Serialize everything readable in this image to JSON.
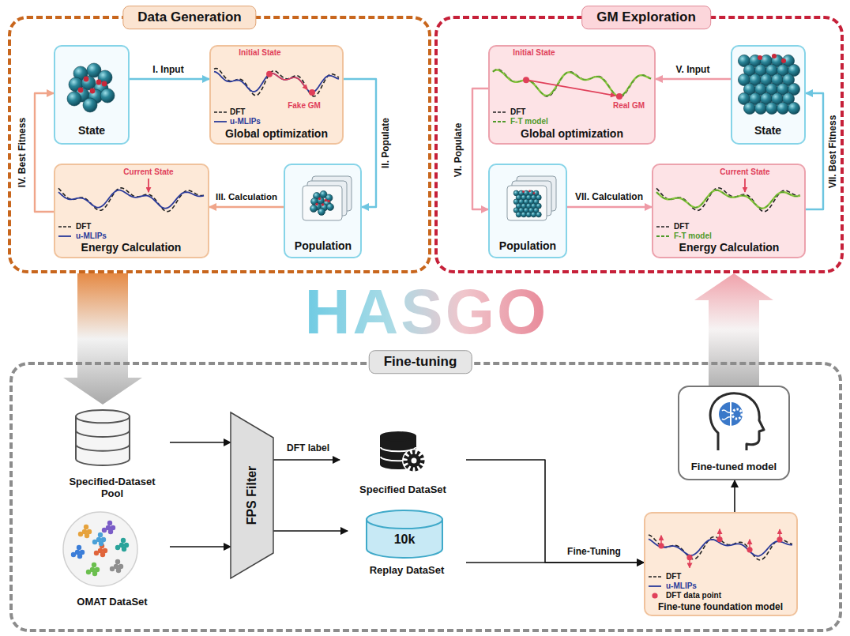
{
  "diagram": {
    "title": "HASGO",
    "nodes": [
      {
        "text": [
          "Data Generation"
        ]
      },
      {
        "text": [
          "State"
        ],
        "in": 0
      },
      {
        "text": [
          "Global optimization",
          "Initial State",
          "Fake GM",
          "DFT",
          "u-MLIPs"
        ],
        "in": 0
      },
      {
        "text": [
          "Population"
        ],
        "in": 0
      },
      {
        "text": [
          "Energy Calculation",
          "Current State",
          "DFT",
          "u-MLIPs"
        ],
        "in": 0
      },
      {
        "text": [
          "GM Exploration"
        ]
      },
      {
        "text": [
          "Global optimization",
          "Initial State",
          "Real GM",
          "DFT",
          "F-T model"
        ],
        "in": 5
      },
      {
        "text": [
          "State"
        ],
        "in": 5
      },
      {
        "text": [
          "Population"
        ],
        "in": 5
      },
      {
        "text": [
          "Energy Calculation",
          "Current State",
          "DFT",
          "F-T model"
        ],
        "in": 5
      },
      {
        "text": [
          "Fine-tuning"
        ]
      },
      {
        "text": [
          "Specified-Dataset Pool"
        ],
        "in": 10
      },
      {
        "text": [
          "OMAT DataSet"
        ],
        "in": 10
      },
      {
        "text": [
          "FPS Filter"
        ],
        "in": 10
      },
      {
        "text": [
          "Specified DataSet"
        ],
        "in": 10
      },
      {
        "text": [
          "10k",
          "Replay DataSet"
        ],
        "in": 10
      },
      {
        "text": [
          "Fine-tune foundation model",
          "DFT",
          "u-MLIPs",
          "DFT data point"
        ],
        "in": 10
      },
      {
        "text": [
          "Fine-tuned model"
        ],
        "in": 10
      }
    ],
    "edges": [
      {
        "from": 1,
        "to": 2,
        "label": "I. Input",
        "arrow": "to"
      },
      {
        "from": 2,
        "to": 3,
        "label": "II. Populate",
        "arrow": "to"
      },
      {
        "from": 3,
        "to": 4,
        "label": "III. Calculation",
        "arrow": "to"
      },
      {
        "from": 4,
        "to": 1,
        "label": "IV. Best Fitness",
        "arrow": "to"
      },
      {
        "from": 7,
        "to": 6,
        "label": "V. Input",
        "arrow": "to"
      },
      {
        "from": 6,
        "to": 8,
        "label": "VI. Populate",
        "arrow": "to"
      },
      {
        "from": 8,
        "to": 9,
        "label": "VII. Calculation",
        "arrow": "to"
      },
      {
        "from": 9,
        "to": 7,
        "label": "VII. Best Fitness",
        "arrow": "to"
      },
      {
        "from": 0,
        "to": 11,
        "arrow": "to"
      },
      {
        "from": 11,
        "to": 13,
        "arrow": "to"
      },
      {
        "from": 12,
        "to": 13,
        "arrow": "to"
      },
      {
        "from": 13,
        "to": 14,
        "label": "DFT label",
        "arrow": "to"
      },
      {
        "from": 13,
        "to": 15,
        "arrow": "to"
      },
      {
        "from": 14,
        "to": 16,
        "arrow": "to"
      },
      {
        "from": 15,
        "to": 16,
        "label": "Fine-Tuning",
        "arrow": "to"
      },
      {
        "from": 16,
        "to": 17,
        "arrow": "to"
      },
      {
        "from": 17,
        "to": 5,
        "arrow": "to"
      }
    ]
  }
}
